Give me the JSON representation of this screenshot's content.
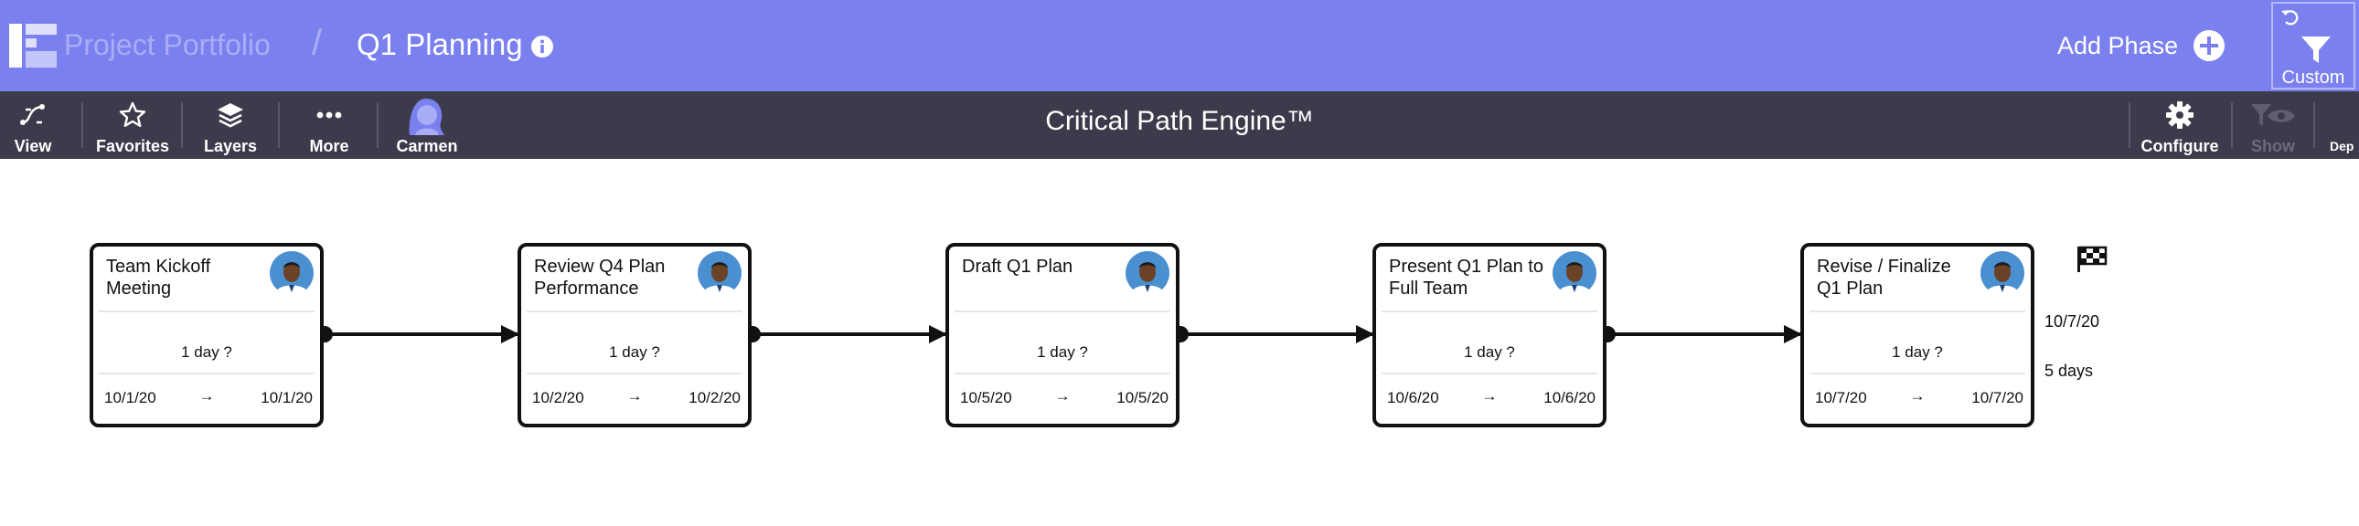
{
  "header": {
    "breadcrumb_root": "Project Portfolio",
    "breadcrumb_separator": "/",
    "breadcrumb_current": "Q1 Planning",
    "add_phase_label": "Add Phase",
    "custom_filter_label": "Custom"
  },
  "toolbar": {
    "title": "Critical Path Engine™",
    "left_tools": [
      {
        "label": "View",
        "icon": "path-view-icon"
      },
      {
        "label": "Favorites",
        "icon": "star-icon"
      },
      {
        "label": "Layers",
        "icon": "layers-icon"
      },
      {
        "label": "More",
        "icon": "more-dots-icon"
      },
      {
        "label": "Carmen",
        "icon": "user-avatar-icon"
      }
    ],
    "right_tools": [
      {
        "label": "Configure",
        "icon": "gear-icon"
      },
      {
        "label": "Show",
        "icon": "filter-eye-icon",
        "disabled": true
      },
      {
        "label": "Dep",
        "icon": ""
      }
    ]
  },
  "phases": [
    {
      "title": "Team Kickoff Meeting",
      "duration": "1 day ?",
      "start": "10/1/20",
      "arrow": "→",
      "end": "10/1/20"
    },
    {
      "title": "Review Q4 Plan Performance",
      "duration": "1 day ?",
      "start": "10/2/20",
      "arrow": "→",
      "end": "10/2/20"
    },
    {
      "title": "Draft Q1 Plan",
      "duration": "1 day ?",
      "start": "10/5/20",
      "arrow": "→",
      "end": "10/5/20"
    },
    {
      "title": "Present Q1 Plan to Full Team",
      "duration": "1 day ?",
      "start": "10/6/20",
      "arrow": "→",
      "end": "10/6/20"
    },
    {
      "title": "Revise / Finalize Q1 Plan",
      "duration": "1 day ?",
      "start": "10/7/20",
      "arrow": "→",
      "end": "10/7/20"
    }
  ],
  "finish": {
    "date": "10/7/20",
    "total_duration": "5 days"
  },
  "colors": {
    "header_bg": "#7b80ef",
    "toolbar_bg": "#3b3b4b",
    "breadcrumb_root": "#a9adf6",
    "avatar_bg": "#4a8fd0"
  }
}
